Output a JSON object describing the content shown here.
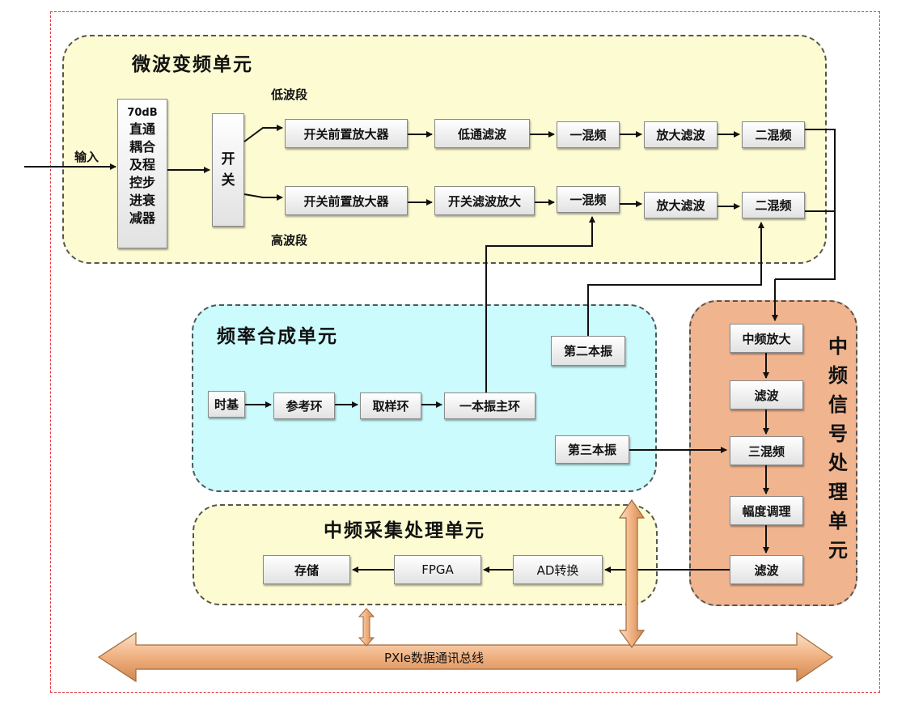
{
  "colors": {
    "outer_border": "#e8333a",
    "microwave_bg": "#fdfbd2",
    "synth_bg": "#cbfbfd",
    "if_acq_bg": "#fdfbd2",
    "if_proc_bg": "#f0b48e",
    "bus_fill": "#f0b080",
    "line": "#111111"
  },
  "microwave_unit": {
    "title": "微波变频单元",
    "input_label": "输入",
    "low_band_label": "低波段",
    "high_band_label": "高波段",
    "attenuator_line1": "70dB",
    "attenuator_rest": "直通耦合及程控步进衰减器",
    "switch": "开关",
    "low_preamp": "开关前置放大器",
    "low_filter": "低通滤波",
    "low_mix1": "一混频",
    "low_amp_filter": "放大滤波",
    "low_mix2": "二混频",
    "high_preamp": "开关前置放大器",
    "high_filter": "开关滤波放大",
    "high_mix1": "一混频",
    "high_amp_filter": "放大滤波",
    "high_mix2": "二混频"
  },
  "synth_unit": {
    "title": "频率合成单元",
    "timebase": "时基",
    "ref_loop": "参考环",
    "sample_loop": "取样环",
    "lo1_main": "一本振主环",
    "lo2": "第二本振",
    "lo3": "第三本振"
  },
  "if_proc_unit": {
    "title": "中频信号处理单元",
    "if_amp": "中频放大",
    "filter1": "滤波",
    "mix3": "三混频",
    "amp_cond": "幅度调理",
    "filter2": "滤波"
  },
  "if_acq_unit": {
    "title": "中频采集处理单元",
    "storage": "存储",
    "fpga": "FPGA",
    "adc": "AD转换"
  },
  "bus": {
    "label": "PXIe数据通讯总线"
  }
}
